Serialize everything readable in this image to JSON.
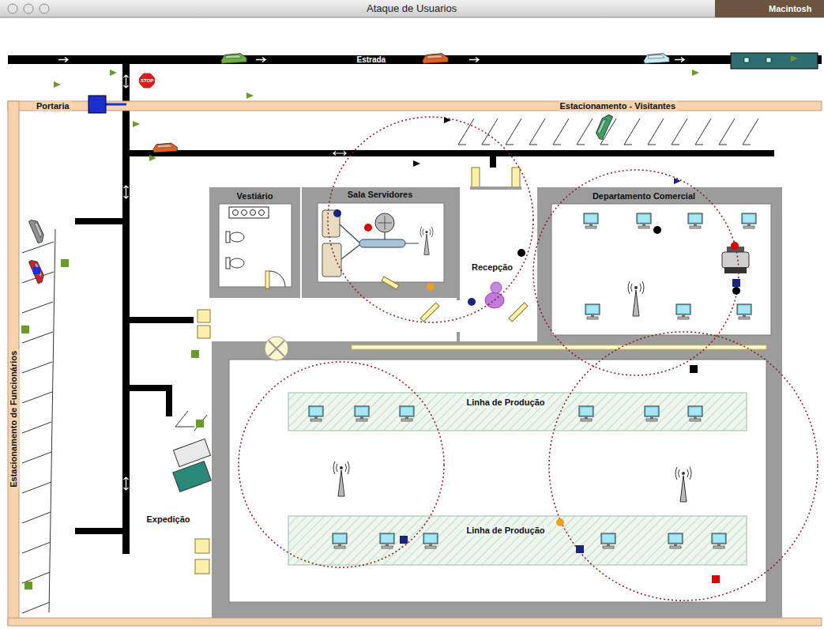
{
  "diagram": {
    "title": "Ataque de Usuarios",
    "nodes": [
      {
        "text": [
          "Vestiário"
        ]
      },
      {
        "text": [
          "Sala Servidores"
        ]
      },
      {
        "text": [
          "Recepção"
        ]
      },
      {
        "text": [
          "Departamento Comercial"
        ]
      },
      {
        "text": [
          "Linha de Produção"
        ]
      },
      {
        "text": [
          "Linha de Produção"
        ]
      }
    ],
    "labels": [
      "Macintosh",
      "Estrada",
      "STOP",
      "Portaria",
      "Estacionamento - Visitantes",
      "Estacionamento de Funcionários",
      "Expedição"
    ]
  }
}
